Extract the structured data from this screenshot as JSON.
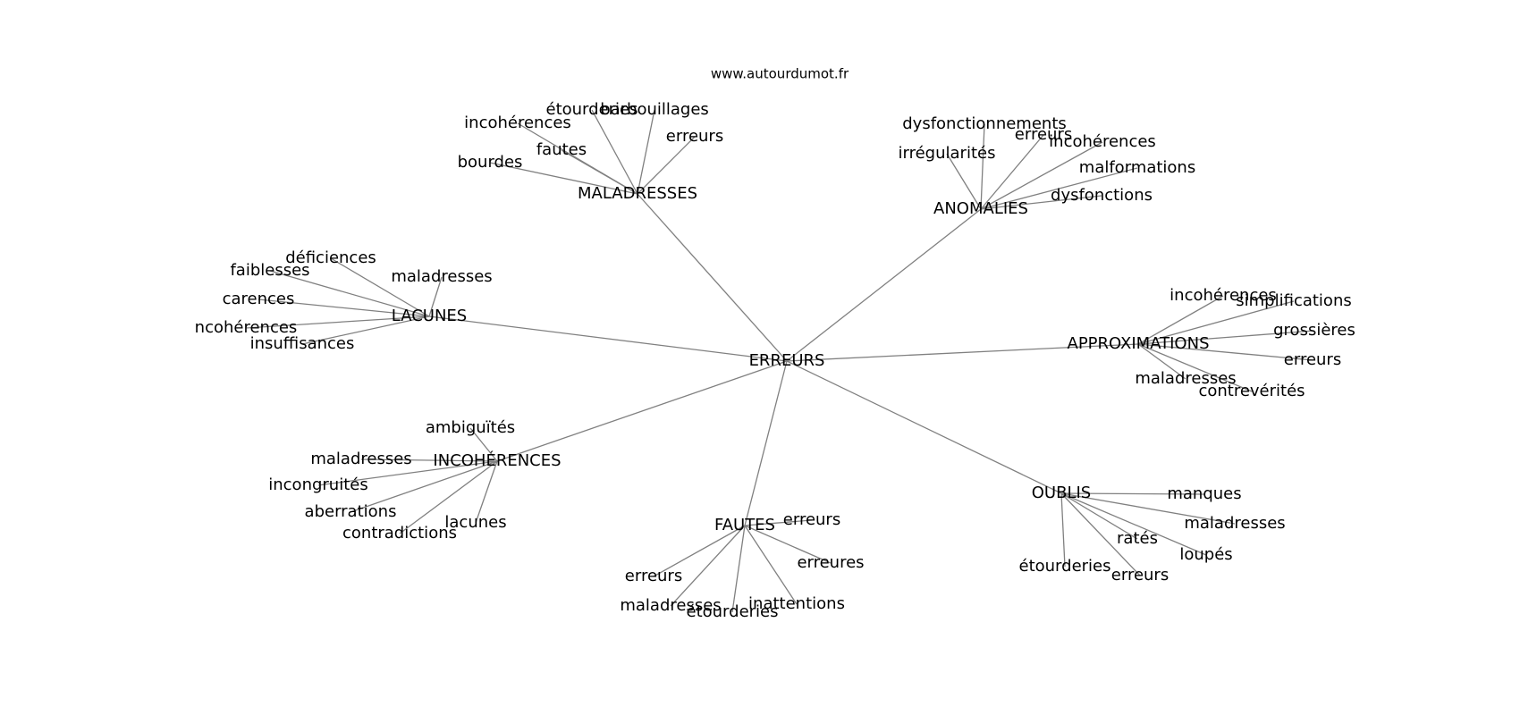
{
  "source": "www.autourdumot.fr",
  "colors": {
    "edge": "#808080",
    "text": "#000000",
    "background": "#ffffff"
  },
  "root": "ERREURS",
  "groups": [
    {
      "label": "MALADRESSES",
      "leaves": [
        "étourderies",
        "barbouillages",
        "incohérences",
        "fautes",
        "erreurs",
        "bourdes"
      ]
    },
    {
      "label": "ANOMALIES",
      "leaves": [
        "dysfonctionnements",
        "erreurs",
        "incohérences",
        "irrégularités",
        "malformations",
        "dysfonctions"
      ]
    },
    {
      "label": "LACUNES",
      "leaves": [
        "déficiences",
        "faiblesses",
        "maladresses",
        "carences",
        "ncohérences",
        "insuffisances"
      ]
    },
    {
      "label": "APPROXIMATIONS",
      "leaves": [
        "incohérences",
        "simplifications",
        "grossières",
        "erreurs",
        "maladresses",
        "contrevérités"
      ]
    },
    {
      "label": "INCOHÉRENCES",
      "leaves": [
        "ambiguïtés",
        "maladresses",
        "incongruités",
        "aberrations",
        "contradictions",
        "lacunes"
      ]
    },
    {
      "label": "FAUTES",
      "leaves": [
        "erreurs",
        "erreures",
        "erreurs",
        "maladresses",
        "étourderies",
        "inattentions"
      ]
    },
    {
      "label": "OUBLIS",
      "leaves": [
        "manques",
        "maladresses",
        "ratés",
        "loupés",
        "étourderies",
        "erreurs"
      ]
    }
  ]
}
